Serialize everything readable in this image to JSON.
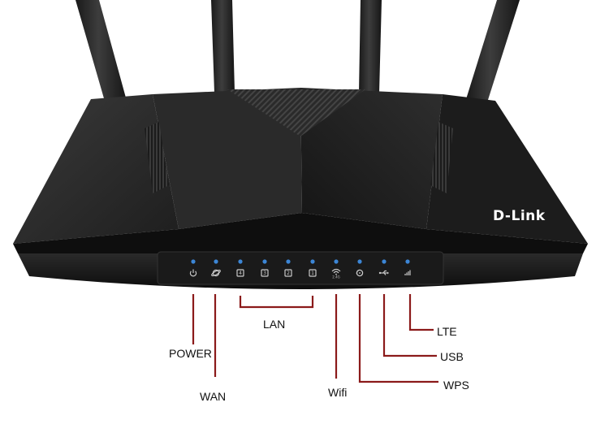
{
  "brand": {
    "logo_text": "D-Link"
  },
  "wifi_band_label": "2.4G",
  "leds": [
    {
      "id": "power",
      "icon": "power-icon"
    },
    {
      "id": "wan",
      "icon": "globe-icon"
    },
    {
      "id": "lan4",
      "icon": "lan-port-icon",
      "number": "4"
    },
    {
      "id": "lan3",
      "icon": "lan-port-icon",
      "number": "3"
    },
    {
      "id": "lan2",
      "icon": "lan-port-icon",
      "number": "2"
    },
    {
      "id": "lan1",
      "icon": "lan-port-icon",
      "number": "1"
    },
    {
      "id": "wifi",
      "icon": "wifi-icon"
    },
    {
      "id": "wps",
      "icon": "wps-icon"
    },
    {
      "id": "usb",
      "icon": "usb-icon"
    },
    {
      "id": "lte",
      "icon": "signal-bars-icon"
    }
  ],
  "callouts": {
    "power": "POWER",
    "wan": "WAN",
    "lan": "LAN",
    "wifi": "Wifi",
    "wps": "WPS",
    "usb": "USB",
    "lte": "LTE"
  },
  "colors": {
    "body": "#1f1f1f",
    "led": "#3c86d6",
    "leader_line": "#8b1a1a"
  }
}
